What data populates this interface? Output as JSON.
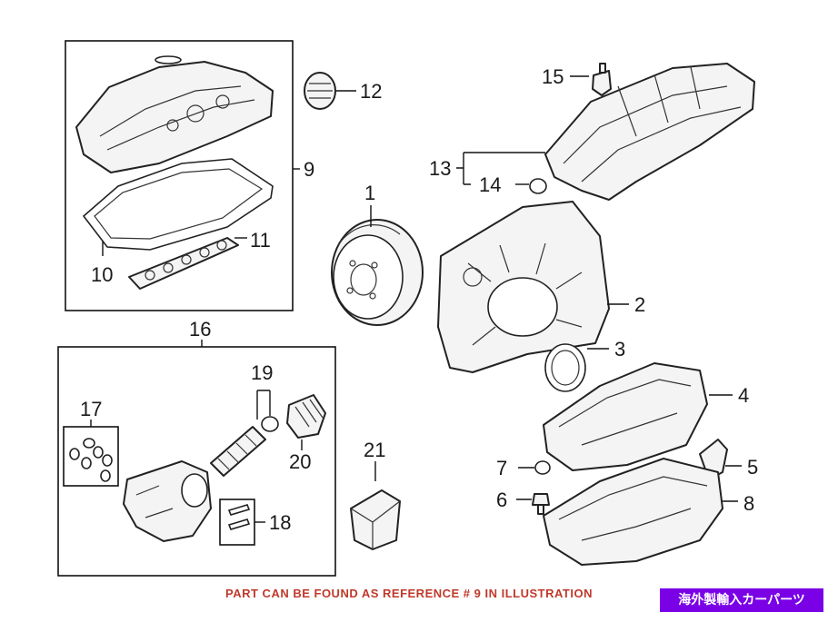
{
  "callouts": {
    "c1": "1",
    "c2": "2",
    "c3": "3",
    "c4": "4",
    "c5": "5",
    "c6": "6",
    "c7": "7",
    "c8": "8",
    "c9": "9",
    "c10": "10",
    "c11": "11",
    "c12": "12",
    "c13": "13",
    "c14": "14",
    "c15": "15",
    "c16": "16",
    "c17": "17",
    "c18": "18",
    "c19": "19",
    "c20": "20",
    "c21": "21"
  },
  "reference_note": "PART CAN BE FOUND AS REFERENCE # 9 IN ILLUSTRATION",
  "watermark_text": "海外製輸入カーパーツ",
  "colors": {
    "note_text": "#c0392b",
    "watermark_bg": "#7a00e6",
    "line": "#222222"
  }
}
